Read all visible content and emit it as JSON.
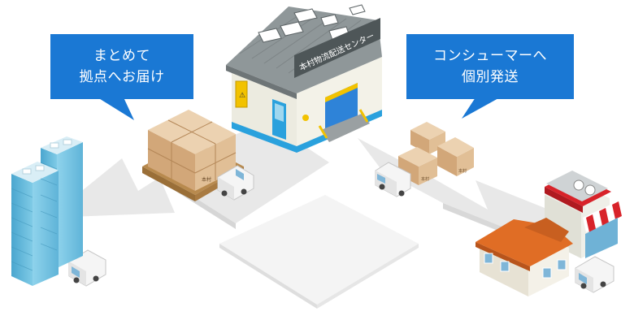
{
  "bubbles": {
    "left": {
      "line1": "まとめて",
      "line2": "拠点へお届け"
    },
    "right": {
      "line1": "コンシューマーへ",
      "line2": "個別発送"
    }
  },
  "warehouse": {
    "sign": "本村物流配送センター",
    "box_stamp": "本村"
  },
  "colors": {
    "bubble": "#1a78d4",
    "arrow": "#e8e8e8",
    "arrow_shadow": "#d6d6d6",
    "roof": "#8f9799",
    "wall": "#ecebe0",
    "door": "#2e83d8",
    "trim": "#2aa1dd",
    "box": "#d9b48c",
    "box_dark": "#bd9268",
    "building_glass": "#6fc0de",
    "house_roof": "#e06d25",
    "shop_awning": "#d8232a"
  }
}
